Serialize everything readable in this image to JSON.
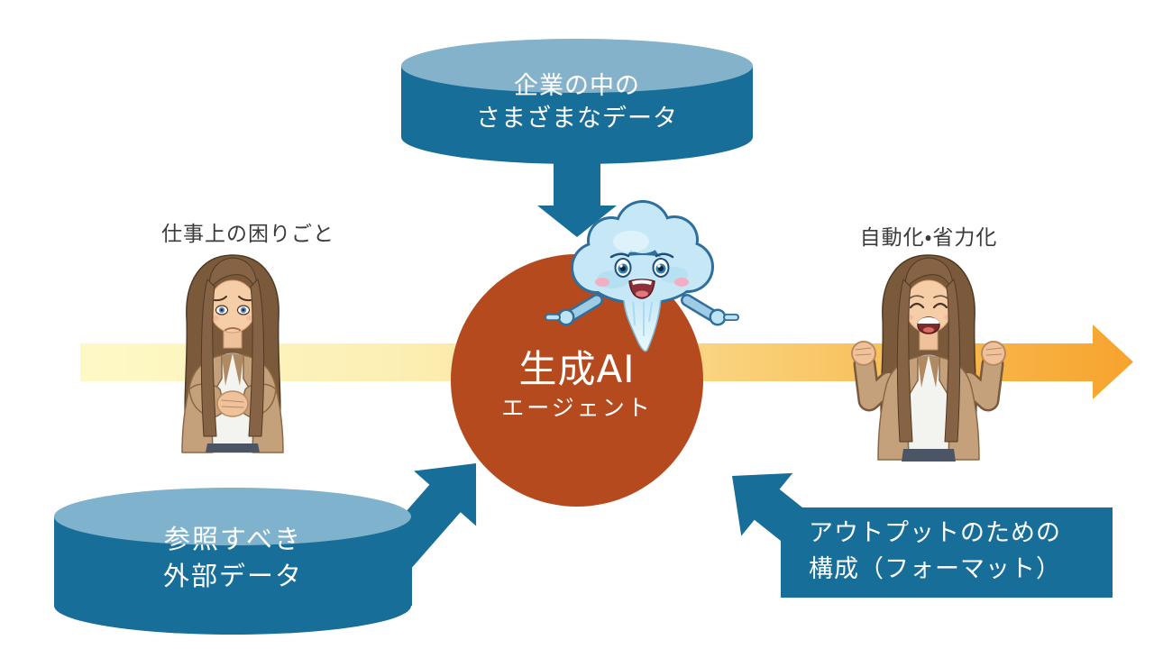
{
  "top_database": {
    "line1": "企業の中の",
    "line2": "さまざまなデータ"
  },
  "external_database": {
    "line1": "参照すべき",
    "line2": "外部データ"
  },
  "output_format_box": {
    "line1": "アウトプットのための",
    "line2": "構成（フォーマット）"
  },
  "agent": {
    "title": "生成AI",
    "subtitle": "エージェント"
  },
  "labels": {
    "left_person": "仕事上の困りごと",
    "right_person": "自動化・省力化"
  },
  "colors": {
    "teal": "#176e99",
    "teal_top_light": "#85b2cb",
    "teal_top_light2": "#7eb2cd",
    "agent_orange": "#b54a1e",
    "flow_start": "#fdf9c6",
    "flow_end": "#f7a32e",
    "mascot_blue": "#c6e8f6",
    "skin": "#f5cda6",
    "hair_brown": "#7b5a3c",
    "blazer_tan": "#c4a07b"
  }
}
